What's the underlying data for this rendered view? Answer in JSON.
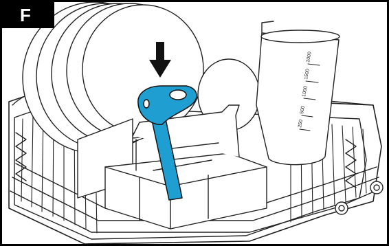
{
  "step": {
    "label": "F"
  },
  "colors": {
    "accent": "#1f9fd1",
    "line": "#222222",
    "frame": "#000000"
  },
  "jug": {
    "markings": [
      "2000",
      "1500",
      "1000",
      "500",
      "250"
    ]
  },
  "icons": [
    "arrow-down-icon",
    "dishwasher-rack",
    "dishwasher-tool",
    "cutlery-basket",
    "measuring-jug",
    "plates"
  ]
}
